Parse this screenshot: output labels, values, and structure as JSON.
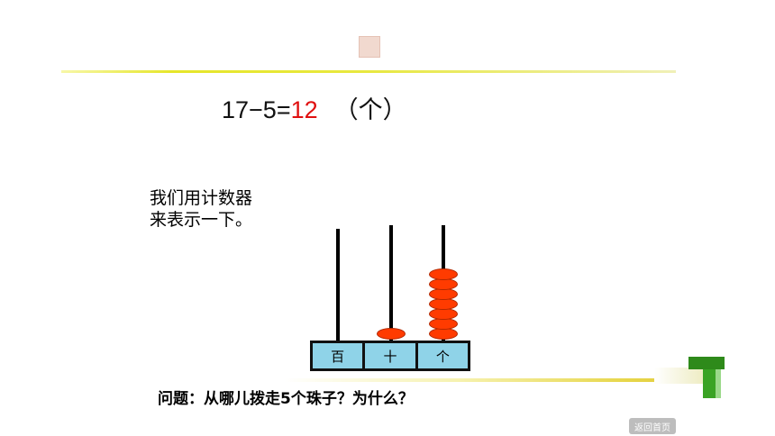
{
  "equation": {
    "expression": "17−5=",
    "answer": "12",
    "unit": "（个）"
  },
  "caption": {
    "line1": "我们用计数器",
    "line2": "来表示一下。"
  },
  "abacus": {
    "places": [
      "百",
      "十",
      "个"
    ],
    "beads": {
      "hundreds": 0,
      "tens": 1,
      "ones": 7
    }
  },
  "question": "问题：从哪儿拨走5个珠子？为什么？",
  "nav": {
    "home_label": "返回首页"
  },
  "colors": {
    "answer": "#e01010",
    "bead": "#ff3b00",
    "abacus_base": "#8fd3e8",
    "accent_green": "#2e8a1a"
  }
}
